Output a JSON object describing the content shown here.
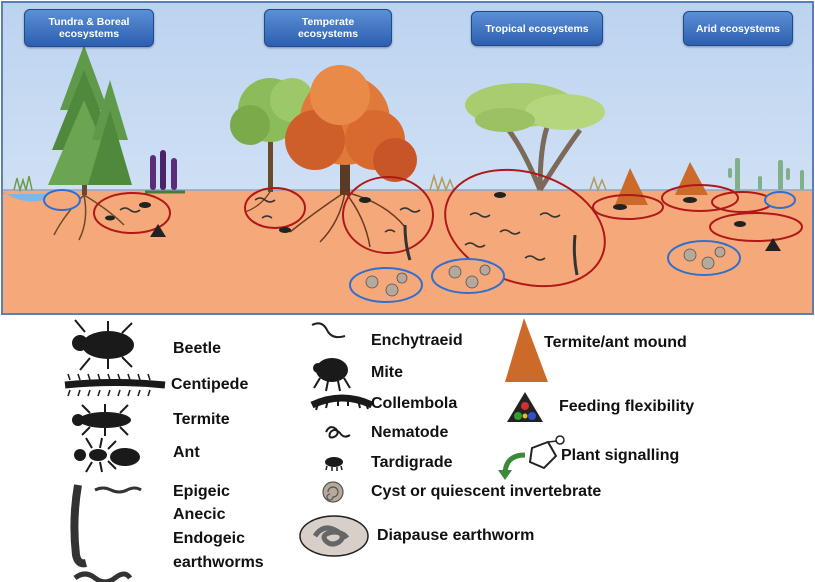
{
  "biomes": [
    {
      "label": "Tundra & Boreal\necosystems"
    },
    {
      "label": "Temperate\necosystems"
    },
    {
      "label": "Tropical ecosystems"
    },
    {
      "label": "Arid ecosystems"
    }
  ],
  "legend": {
    "beetle": "Beetle",
    "centipede": "Centipede",
    "termite": "Termite",
    "ant": "Ant",
    "earthworms": [
      "Epigeic",
      "Anecic",
      "Endogeic",
      "earthworms"
    ],
    "enchytraeid": "Enchytraeid",
    "mite": "Mite",
    "collembola": "Collembola",
    "nematode": "Nematode",
    "tardigrade": "Tardigrade",
    "cyst": "Cyst or quiescent invertebrate",
    "diapause": "Diapause earthworm",
    "mound": "Termite/ant mound",
    "feeding": "Feeding flexibility",
    "signalling": "Plant signalling"
  },
  "colors": {
    "sky": "#cfe0f5",
    "soil": "#f5a879",
    "active_outline": "#b01818",
    "dormant_outline": "#2f6fd0",
    "mound": "#cc6a2a"
  }
}
